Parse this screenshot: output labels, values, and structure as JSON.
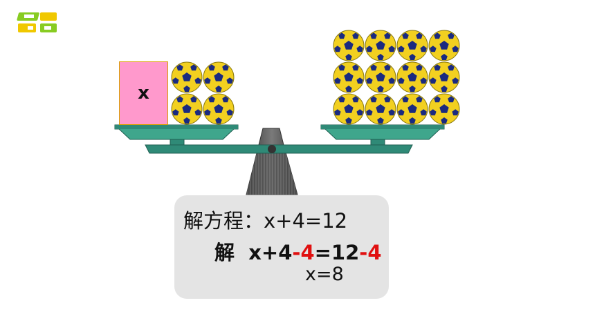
{
  "box_label": "x",
  "equation": {
    "line1": "解方程：x+4=12",
    "line2": {
      "prefix": "解",
      "a": "x+4",
      "b": "-4",
      "c": "=12",
      "d": "-4"
    },
    "line3": "x=8"
  },
  "balls": {
    "left_count": 4,
    "right_count": 12
  },
  "colors": {
    "box": "#ff99cc",
    "ball": "#f2d020",
    "pan": "#2f8a77",
    "highlight": "#e01010"
  }
}
